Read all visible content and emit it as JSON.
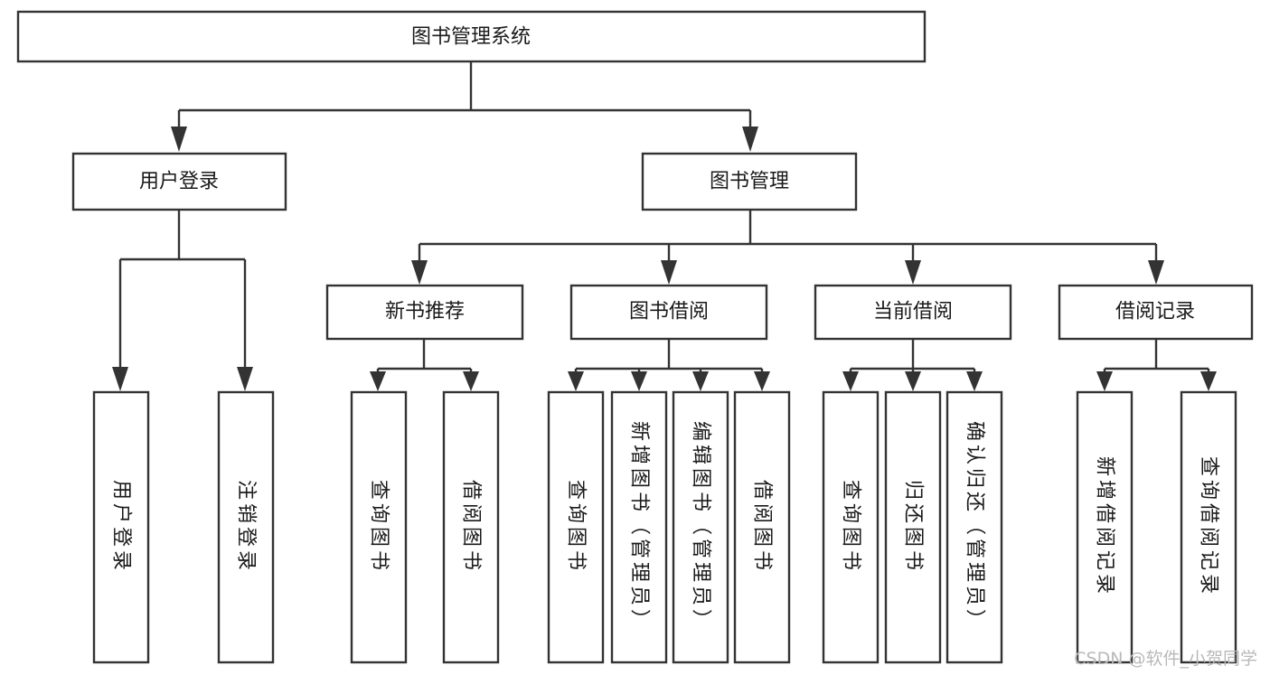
{
  "diagram": {
    "type": "tree-hierarchy",
    "title_node": "图书管理系统",
    "colors": {
      "box_stroke": "#333333",
      "box_fill": "#ffffff",
      "text": "#1a1a1a",
      "background": "#ffffff",
      "watermark": "#b9b9b9"
    },
    "levels": {
      "level1": [
        {
          "id": "root",
          "label": "图书管理系统"
        }
      ],
      "level2": [
        {
          "id": "user-login",
          "label": "用户登录",
          "parent": "root"
        },
        {
          "id": "book-manage",
          "label": "图书管理",
          "parent": "root"
        }
      ],
      "level3": [
        {
          "id": "new-book-rec",
          "label": "新书推荐",
          "parent": "book-manage"
        },
        {
          "id": "book-borrow",
          "label": "图书借阅",
          "parent": "book-manage"
        },
        {
          "id": "current-borrow",
          "label": "当前借阅",
          "parent": "book-manage"
        },
        {
          "id": "borrow-record",
          "label": "借阅记录",
          "parent": "book-manage"
        }
      ],
      "leaves": [
        {
          "id": "leaf-user-login",
          "label": "用户登录",
          "parent": "user-login"
        },
        {
          "id": "leaf-logout",
          "label": "注销登录",
          "parent": "user-login"
        },
        {
          "id": "leaf-query-book-1",
          "label": "查询图书",
          "parent": "new-book-rec"
        },
        {
          "id": "leaf-borrow-book-1",
          "label": "借阅图书",
          "parent": "new-book-rec"
        },
        {
          "id": "leaf-query-book-2",
          "label": "查询图书",
          "parent": "book-borrow"
        },
        {
          "id": "leaf-add-book",
          "label": "新增图书（管理员）",
          "parent": "book-borrow"
        },
        {
          "id": "leaf-edit-book",
          "label": "编辑图书（管理员）",
          "parent": "book-borrow"
        },
        {
          "id": "leaf-borrow-book-2",
          "label": "借阅图书",
          "parent": "book-borrow"
        },
        {
          "id": "leaf-query-book-3",
          "label": "查询图书",
          "parent": "current-borrow"
        },
        {
          "id": "leaf-return-book",
          "label": "归还图书",
          "parent": "current-borrow"
        },
        {
          "id": "leaf-confirm-return",
          "label": "确认归还（管理员）",
          "parent": "current-borrow"
        },
        {
          "id": "leaf-add-record",
          "label": "新增借阅记录",
          "parent": "borrow-record"
        },
        {
          "id": "leaf-query-record",
          "label": "查询借阅记录",
          "parent": "borrow-record"
        }
      ]
    }
  },
  "watermark": {
    "text": "CSDN @软件_小贺同学"
  }
}
